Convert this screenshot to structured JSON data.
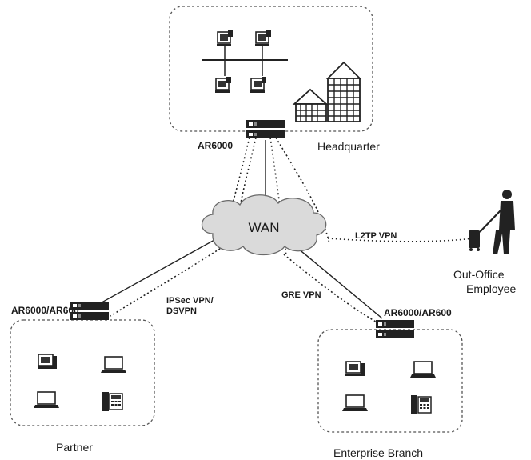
{
  "regions": {
    "headquarter": "Headquarter",
    "partner": "Partner",
    "branch": "Enterprise Branch"
  },
  "devices": {
    "hq_router": "AR6000",
    "partner_router": "AR6000/AR600",
    "branch_router": "AR6000/AR600"
  },
  "network": {
    "wan": "WAN"
  },
  "links": {
    "ipsec": [
      "IPSec VPN/",
      "DSVPN"
    ],
    "gre": "GRE VPN",
    "l2tp": "L2TP VPN"
  },
  "employee": [
    "Out-Office",
    "Employee"
  ]
}
